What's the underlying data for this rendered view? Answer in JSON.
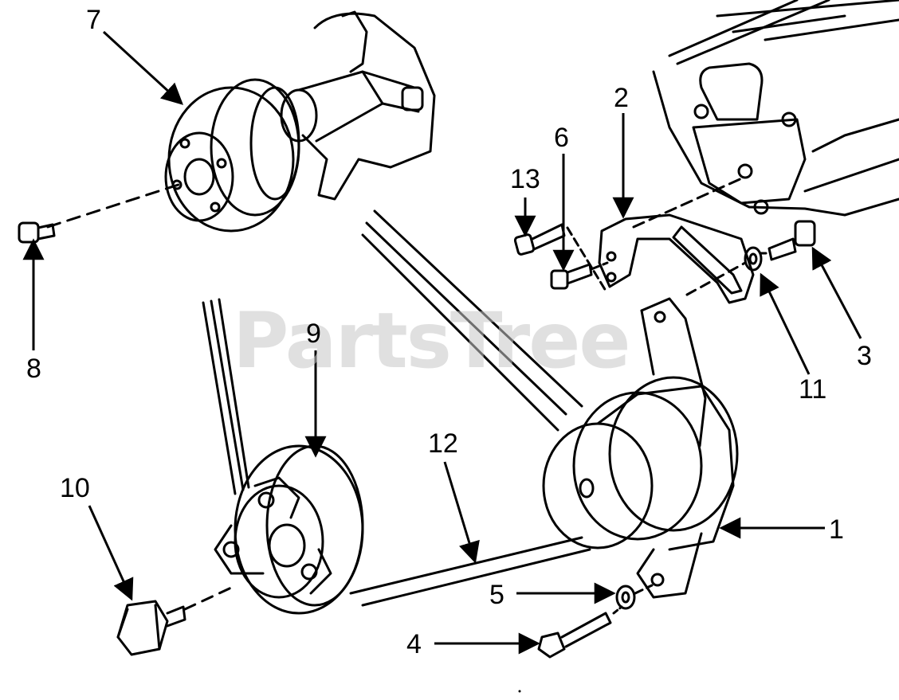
{
  "watermark": "PartsTree",
  "callouts": {
    "c1": "1",
    "c2": "2",
    "c3": "3",
    "c4": "4",
    "c5": "5",
    "c6": "6",
    "c7": "7",
    "c8": "8",
    "c9": "9",
    "c10": "10",
    "c11": "11",
    "c12": "12",
    "c13": "13"
  }
}
